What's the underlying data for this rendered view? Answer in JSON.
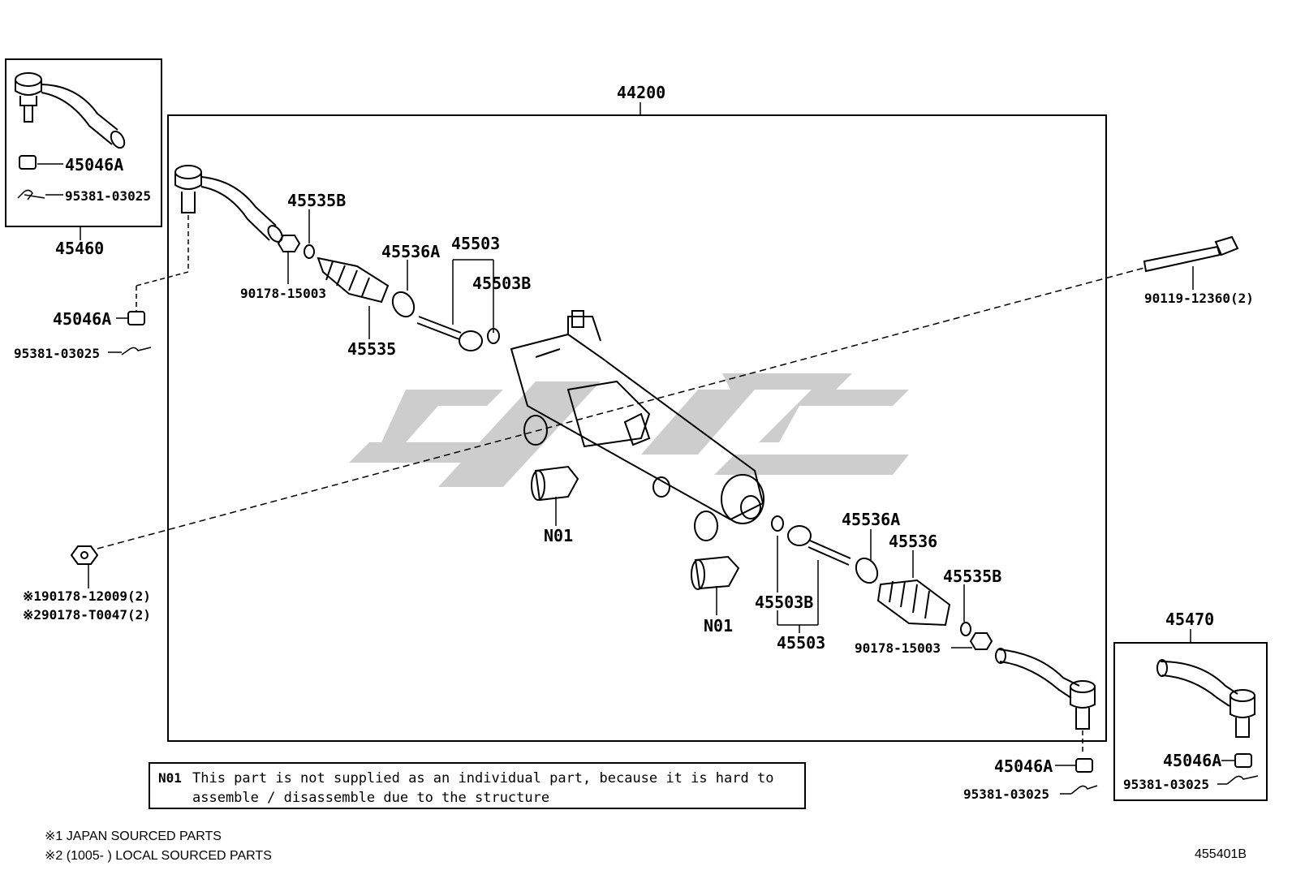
{
  "labels": {
    "assembly": "44200",
    "tie_rod_end_lh": "45460",
    "tie_rod_end_rh": "45470",
    "nut_a_box": "45046A",
    "pin_box": "95381-03025",
    "nut_a_left": "45046A",
    "pin_left": "95381-03025",
    "clip_b_top": "45535B",
    "nut_15003_top": "90178-15003",
    "boot_top": "45535",
    "clamp_a_top": "45536A",
    "rod_top": "45503",
    "washer_b_top": "45503B",
    "bolt": "90119-12360(2)",
    "nut_12009": "※190178-12009(2)",
    "nut_t0047": "※290178-T0047(2)",
    "n01_upper": "N01",
    "n01_lower": "N01",
    "clamp_a_bottom": "45536A",
    "boot_bottom": "45536",
    "clip_b_bottom": "45535B",
    "washer_b_bottom": "45503B",
    "rod_bottom": "45503",
    "nut_15003_bottom": "90178-15003",
    "nut_a_right": "45046A",
    "pin_right": "95381-03025",
    "nut_a_box_rh": "45046A",
    "pin_box_rh": "95381-03025"
  },
  "note": {
    "code": "N01",
    "text": "This part is not supplied as an individual part, because it is hard to assemble / disassemble due to the structure"
  },
  "footnotes": {
    "line1": "※1 JAPAN SOURCED PARTS",
    "line2": "※2 (1005-     ) LOCAL SOURCED PARTS"
  },
  "figure_id": "455401B",
  "colors": {
    "line": "#000000",
    "watermark": "#c8c8c8"
  }
}
